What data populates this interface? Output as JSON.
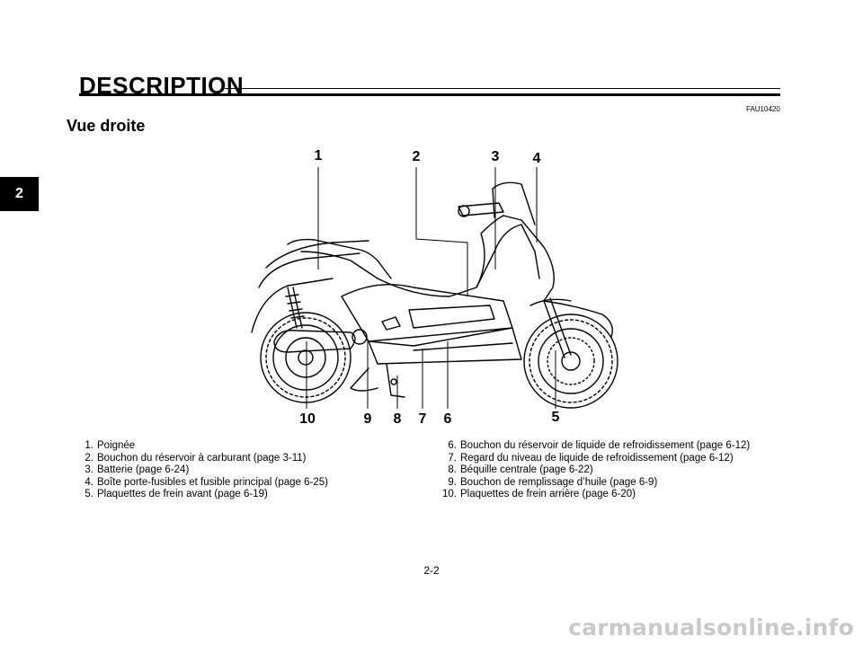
{
  "header": {
    "title": "DESCRIPTION",
    "code": "FAU10420",
    "subtitle": "Vue droite",
    "chapter_tab": "2"
  },
  "callouts": [
    "1",
    "2",
    "3",
    "4",
    "5",
    "6",
    "7",
    "8",
    "9",
    "10"
  ],
  "legend_left": [
    {
      "num": "1.",
      "text": "Poignée"
    },
    {
      "num": "2.",
      "text": "Bouchon du réservoir à carburant (page 3-11)"
    },
    {
      "num": "3.",
      "text": "Batterie (page 6-24)"
    },
    {
      "num": "4.",
      "text": "Boîte porte-fusibles et fusible principal (page 6-25)"
    },
    {
      "num": "5.",
      "text": "Plaquettes de frein avant (page 6-19)"
    }
  ],
  "legend_right": [
    {
      "num": "6.",
      "text": "Bouchon du réservoir de liquide de refroidissement (page 6-12)"
    },
    {
      "num": "7.",
      "text": "Regard du niveau de liquide de refroidissement (page 6-12)"
    },
    {
      "num": "8.",
      "text": "Béquille centrale (page 6-22)"
    },
    {
      "num": "9.",
      "text": "Bouchon de remplissage d’huile (page 6-9)"
    },
    {
      "num": "10.",
      "text": "Plaquettes de frein arrière (page 6-20)"
    }
  ],
  "footer": {
    "page_number": "2-2",
    "watermark": "carmanualsonline.info"
  }
}
